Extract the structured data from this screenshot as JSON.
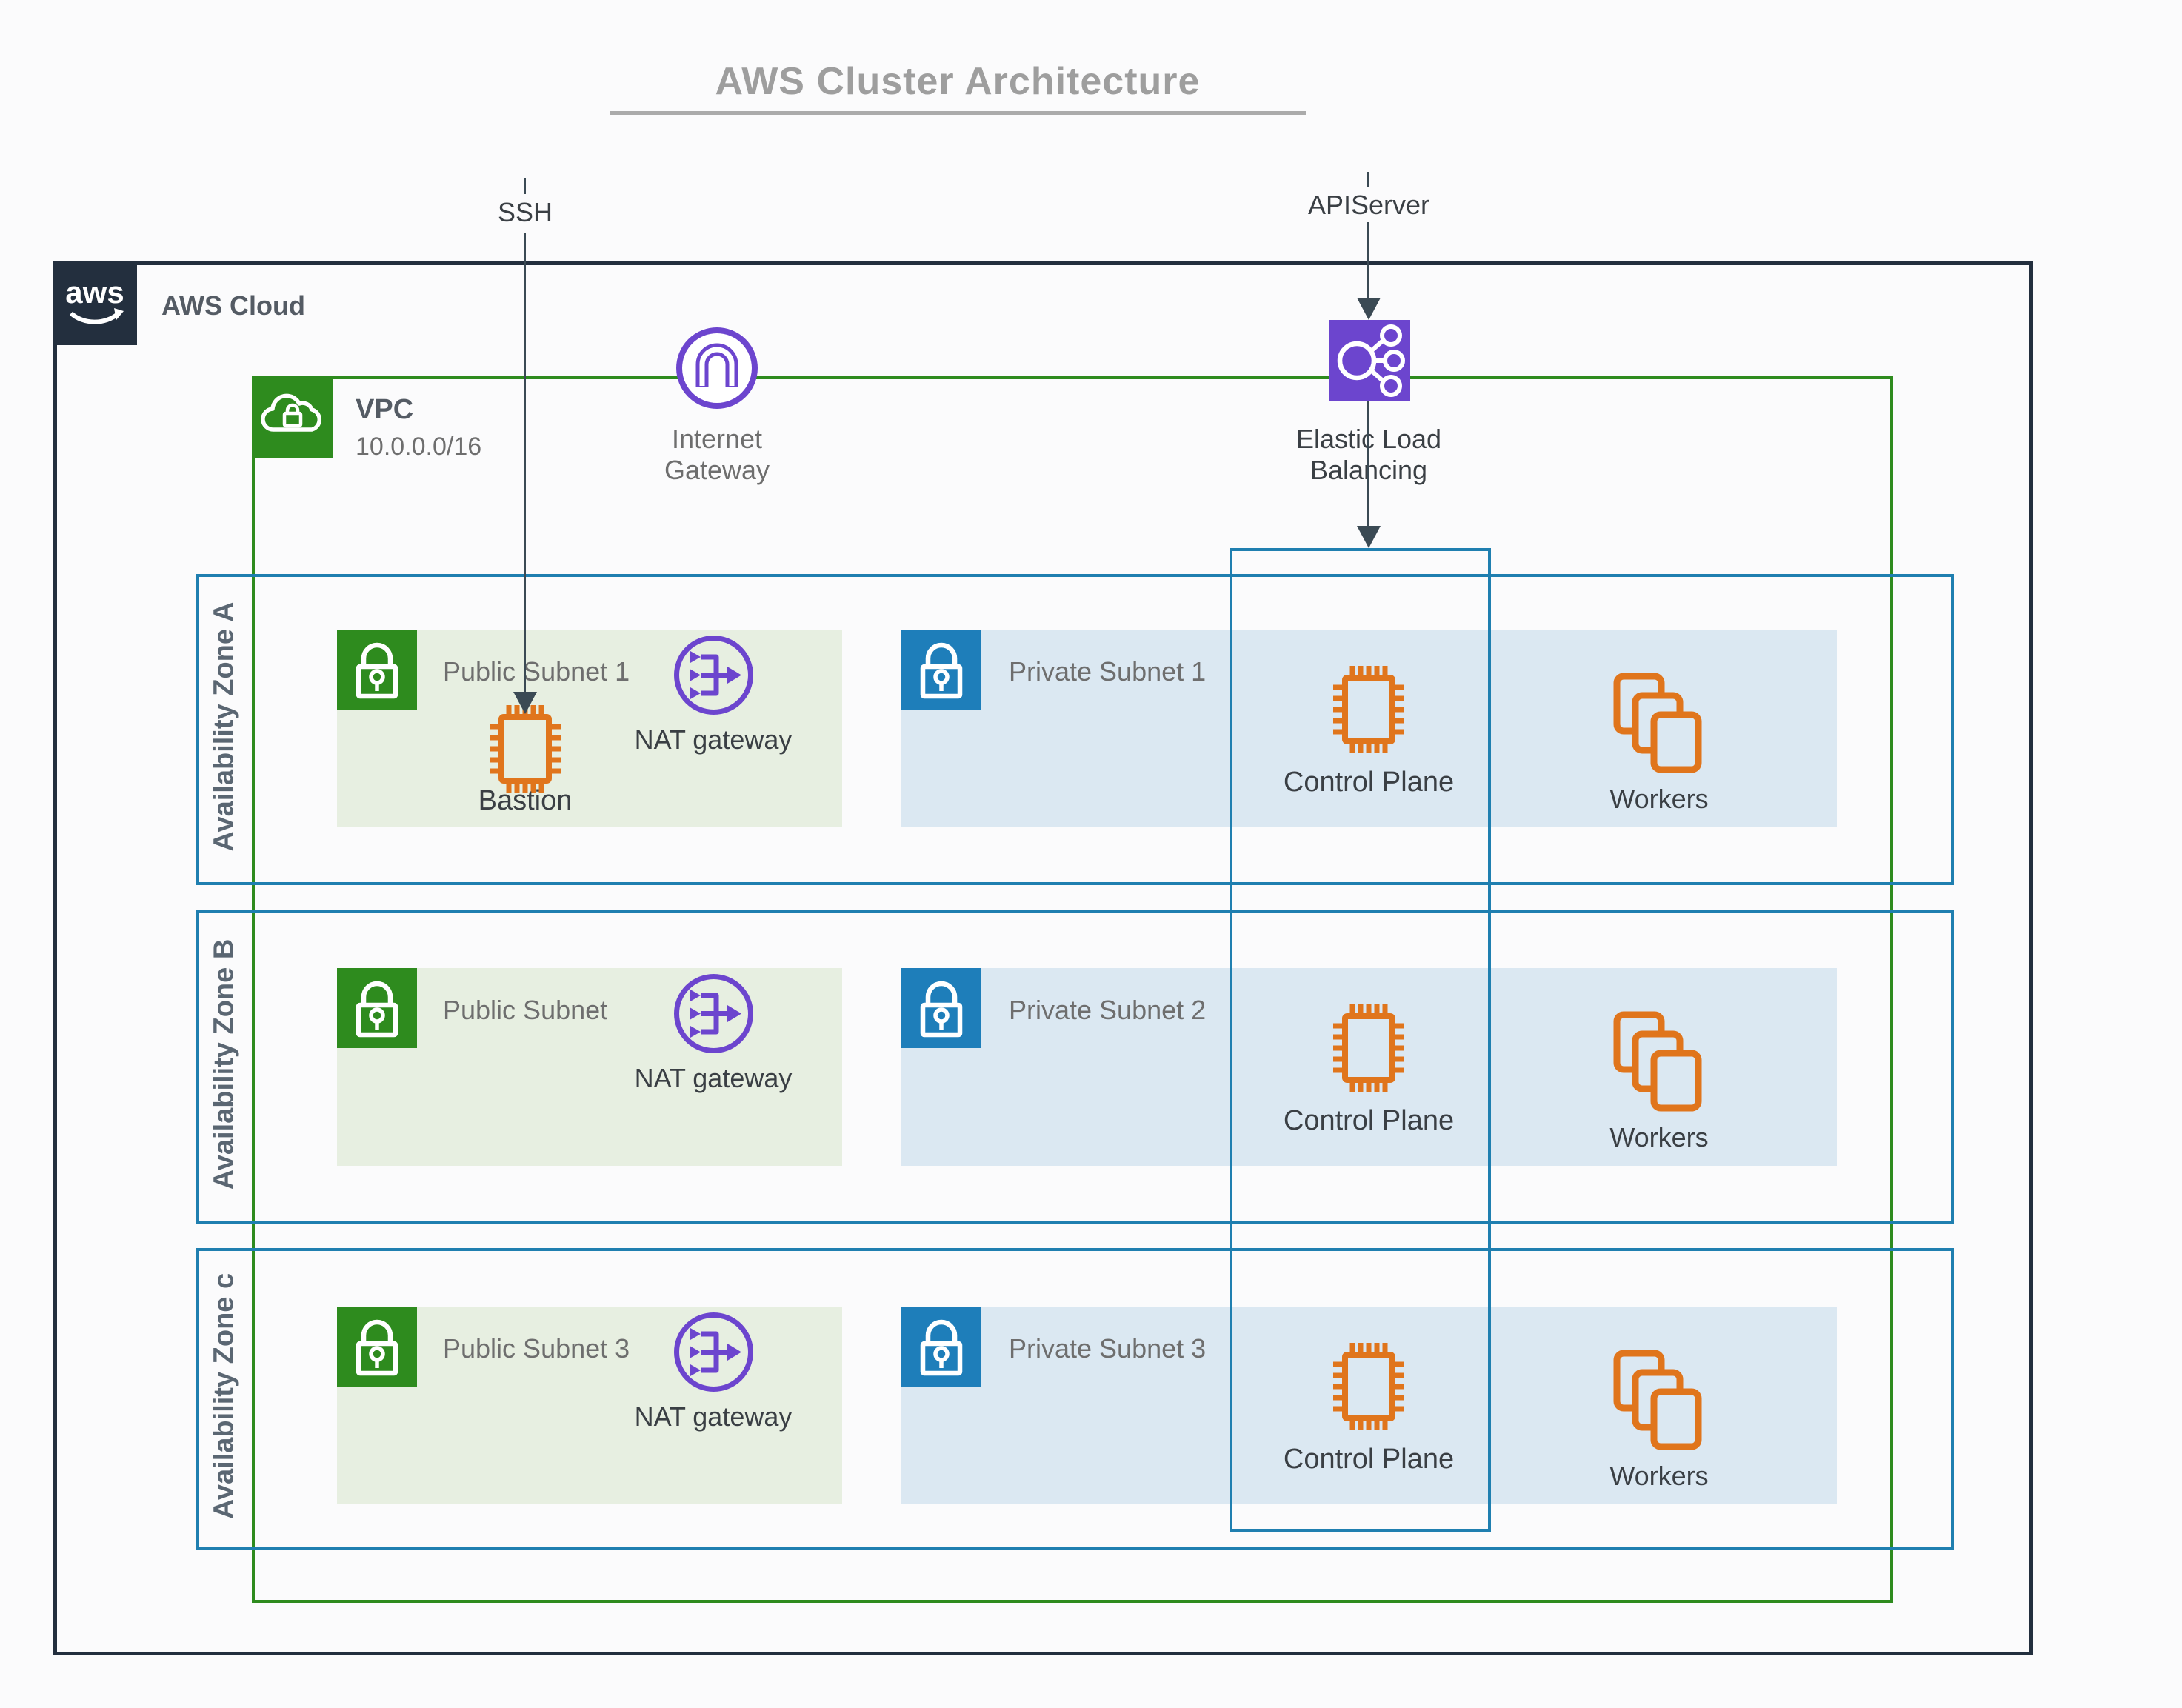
{
  "title": "AWS Cluster Architecture",
  "connections": {
    "ssh": "SSH",
    "apiserver": "APIServer"
  },
  "cloud": {
    "label": "AWS Cloud",
    "logo": "aws"
  },
  "vpc": {
    "label": "VPC",
    "cidr": "10.0.0.0/16"
  },
  "internet_gateway": {
    "label": "Internet Gateway"
  },
  "elastic_load_balancing": {
    "label": "Elastic Load Balancing"
  },
  "zones": [
    {
      "name": "Availability Zone A",
      "public_subnet": {
        "label": "Public Subnet 1",
        "nat_label": "NAT gateway",
        "bastion_label": "Bastion"
      },
      "private_subnet": {
        "label": "Private Subnet 1",
        "control_plane_label": "Control Plane",
        "workers_label": "Workers"
      }
    },
    {
      "name": "Availability Zone B",
      "public_subnet": {
        "label": "Public Subnet",
        "nat_label": "NAT gateway"
      },
      "private_subnet": {
        "label": "Private Subnet 2",
        "control_plane_label": "Control Plane",
        "workers_label": "Workers"
      }
    },
    {
      "name": "Availability Zone c",
      "public_subnet": {
        "label": "Public Subnet 3",
        "nat_label": "NAT gateway"
      },
      "private_subnet": {
        "label": "Private Subnet 3",
        "control_plane_label": "Control Plane",
        "workers_label": "Workers"
      }
    }
  ],
  "colors": {
    "accent_green": "#2E8B1E",
    "accent_blue": "#1E7EBA",
    "accent_blue_border": "#1F7FB0",
    "accent_orange": "#E0751C",
    "accent_purple": "#6C45CE",
    "dark_navy": "#232F3E",
    "public_subnet_bg": "#E7EFE1",
    "private_subnet_bg": "#DBE8F2",
    "title_gray": "#9E9E9E",
    "label_gray": "#6E6E6E",
    "label_dark": "#3A3F44",
    "arrow": "#3B4A54"
  }
}
